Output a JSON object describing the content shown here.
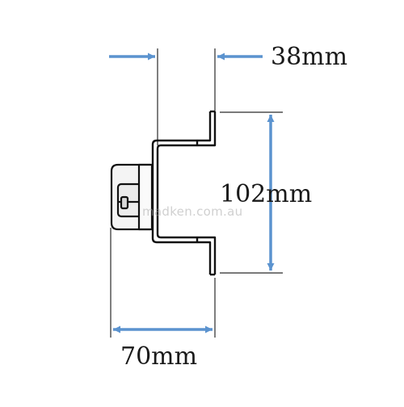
{
  "dimensions": {
    "width_label": "38mm",
    "height_label": "102mm",
    "depth_label": "70mm"
  },
  "watermark": "madken.com.au",
  "colors": {
    "arrow": "#5b93cf",
    "part_outline": "#111111",
    "part_fill": "#f2f2f2",
    "extension_line": "#2a2a2a",
    "text": "#1a1a1a"
  }
}
